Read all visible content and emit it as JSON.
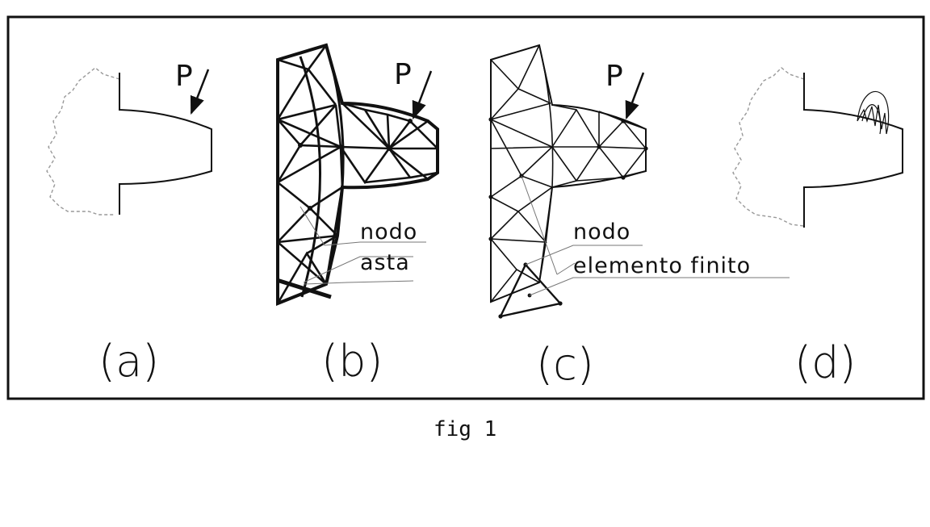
{
  "panels": {
    "a": {
      "label": "(a)",
      "load_label": "P"
    },
    "b": {
      "label": "(b)",
      "load_label": "P",
      "node_label": "nodo",
      "member_label": "asta"
    },
    "c": {
      "label": "(c)",
      "load_label": "P",
      "node_label": "nodo",
      "element_label": "elemento finito"
    },
    "d": {
      "label": "(d)"
    }
  },
  "caption": "fig 1",
  "colors": {
    "ink": "#111111",
    "ghost": "#9a9a9a",
    "background": "#ffffff"
  }
}
